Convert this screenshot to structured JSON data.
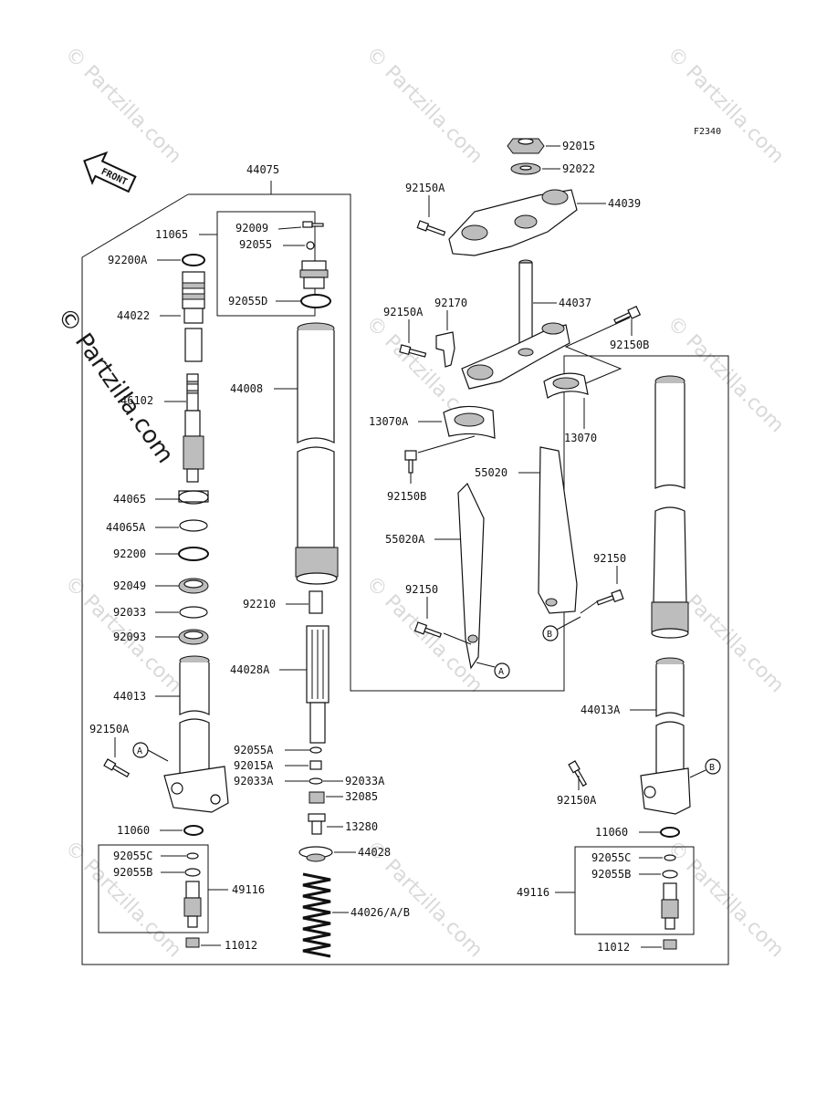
{
  "figure_code": "F2340",
  "front_label": "FRONT",
  "watermark": "© Partzilla.com",
  "callouts": {
    "A": "A",
    "B": "B"
  },
  "labels": {
    "l44075": "44075",
    "l11065": "11065",
    "l92009": "92009",
    "l92055": "92055",
    "l92055D": "92055D",
    "l92200A": "92200A",
    "l44022": "44022",
    "l46102": "46102",
    "l44008": "44008",
    "l44065": "44065",
    "l44065A": "44065A",
    "l92200": "92200",
    "l92049": "92049",
    "l92033": "92033",
    "l92093": "92093",
    "l92210": "92210",
    "l44028A": "44028A",
    "l44013": "44013",
    "l92150A_left": "92150A",
    "l92055A": "92055A",
    "l92015A": "92015A",
    "l92033A_left": "92033A",
    "l92033A_right": "92033A",
    "l32085": "32085",
    "l13280": "13280",
    "l44028": "44028",
    "l44026": "44026/A/B",
    "l11060_left": "11060",
    "l92055C_left": "92055C",
    "l92055B_left": "92055B",
    "l49116_left": "49116",
    "l11012_left": "11012",
    "l92015": "92015",
    "l92022": "92022",
    "l92150A_top": "92150A",
    "l44039": "44039",
    "l92150A_mid": "92150A",
    "l92170": "92170",
    "l44037": "44037",
    "l92150B_top": "92150B",
    "l13070A": "13070A",
    "l13070": "13070",
    "l92150B_mid": "92150B",
    "l55020": "55020",
    "l55020A": "55020A",
    "l92150_right": "92150",
    "l92150_mid": "92150",
    "l44013A": "44013A",
    "l92150A_right": "92150A",
    "l11060_right": "11060",
    "l92055C_right": "92055C",
    "l92055B_right": "92055B",
    "l49116_right": "49116",
    "l11012_right": "11012"
  }
}
